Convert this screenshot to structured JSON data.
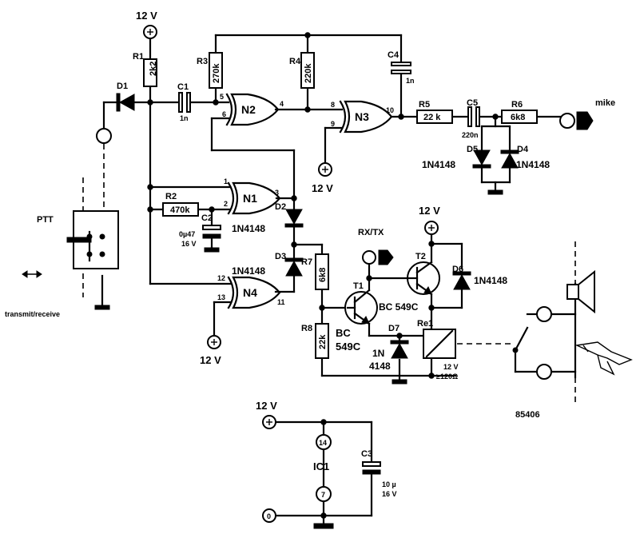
{
  "supply": {
    "r1": "12 V",
    "t2": "12 V",
    "n3": "12 V",
    "n4": "12 V",
    "ic": "12 V"
  },
  "gates": {
    "n1": "N1",
    "n2": "N2",
    "n3": "N3",
    "n4": "N4"
  },
  "pins": {
    "n1_in_a": "1",
    "n1_in_b": "2",
    "n1_out": "3",
    "n2_in_a": "5",
    "n2_in_b": "6",
    "n2_out": "4",
    "n3_in_a": "8",
    "n3_in_b": "9",
    "n3_out": "10",
    "n4_in_a": "12",
    "n4_in_b": "13",
    "n4_out": "11",
    "ic_vcc": "14",
    "ic_gnd": "7"
  },
  "resistors": {
    "r1": {
      "ref": "R1",
      "value": "2k2"
    },
    "r2": {
      "ref": "R2",
      "value": "470k"
    },
    "r3": {
      "ref": "R3",
      "value": "270k"
    },
    "r4": {
      "ref": "R4",
      "value": "220k"
    },
    "r5": {
      "ref": "R5",
      "value": "22 k"
    },
    "r6": {
      "ref": "R6",
      "value": "6k8"
    },
    "r7": {
      "ref": "R7",
      "value": "6k8"
    },
    "r8": {
      "ref": "R8",
      "value": "22k"
    }
  },
  "capacitors": {
    "c1": {
      "ref": "C1",
      "value": "1n"
    },
    "c2": {
      "ref": "C2",
      "value": "0µ47",
      "voltage": "16 V"
    },
    "c3": {
      "ref": "C3",
      "value": "10 µ",
      "voltage": "16 V"
    },
    "c4": {
      "ref": "C4",
      "value": "1n"
    },
    "c5": {
      "ref": "C5",
      "value": "220n"
    }
  },
  "diodes": {
    "d1": {
      "ref": "D1"
    },
    "d2": {
      "ref": "D2",
      "value": "1N4148"
    },
    "d3": {
      "ref": "D3",
      "value": "1N4148"
    },
    "d4": {
      "ref": "D4",
      "value": "1N4148"
    },
    "d5": {
      "ref": "D5",
      "value": "1N4148"
    },
    "d6": {
      "ref": "D6",
      "value": "1N4148"
    },
    "d7": {
      "ref": "D7",
      "value_line1": "1N",
      "value_line2": "4148"
    }
  },
  "transistors": {
    "t1": {
      "ref": "T1",
      "part_a": "BC",
      "part_b": "549C",
      "value": "BC 549C"
    },
    "t2": {
      "ref": "T2",
      "value": "BC 549C"
    }
  },
  "relay": {
    "ref": "Re1",
    "spec_line1": "12 V",
    "spec_line2": "≥120Ω"
  },
  "ic": {
    "ref": "IC1"
  },
  "ground_label": "0",
  "labels": {
    "ptt": "PTT",
    "transmit_receive": "transmit/receive",
    "rx_tx": "RX/TX",
    "mike": "mike",
    "code": "85406"
  }
}
